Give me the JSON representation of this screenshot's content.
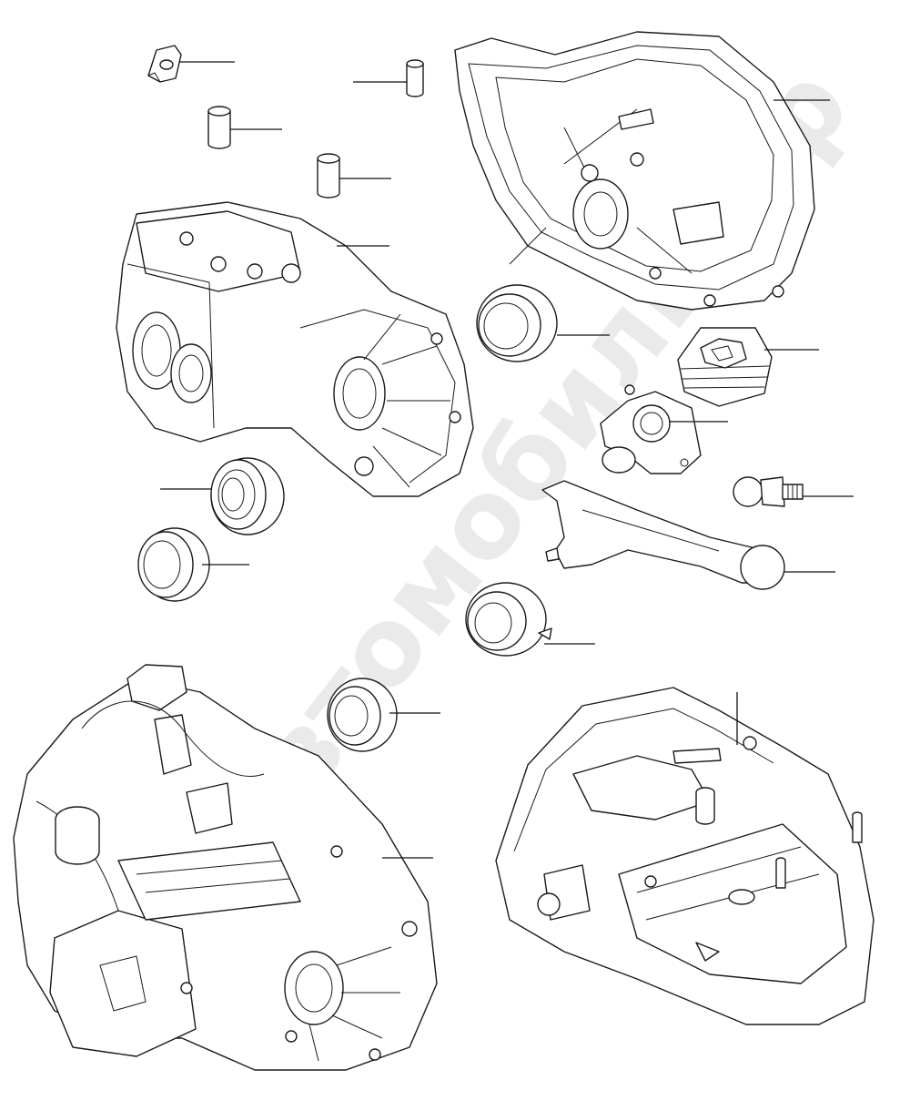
{
  "diagram": {
    "watermark_text": "ЭльАвтомобиль.рф",
    "parts": [
      {
        "name": "bracket-clip"
      },
      {
        "name": "dowel-pin-top"
      },
      {
        "name": "dowel-pin-left"
      },
      {
        "name": "dowel-pin-mid"
      },
      {
        "name": "clutch-housing"
      },
      {
        "name": "gearbox-case"
      },
      {
        "name": "oil-seal-center"
      },
      {
        "name": "rubber-boot"
      },
      {
        "name": "guide-tube-flange"
      },
      {
        "name": "ball-stud"
      },
      {
        "name": "bearing-left"
      },
      {
        "name": "oil-seal-left"
      },
      {
        "name": "release-fork"
      },
      {
        "name": "release-bearing"
      },
      {
        "name": "oil-seal-small"
      },
      {
        "name": "gearbox-assembly-front"
      },
      {
        "name": "gearbox-assembly-rear"
      }
    ]
  }
}
